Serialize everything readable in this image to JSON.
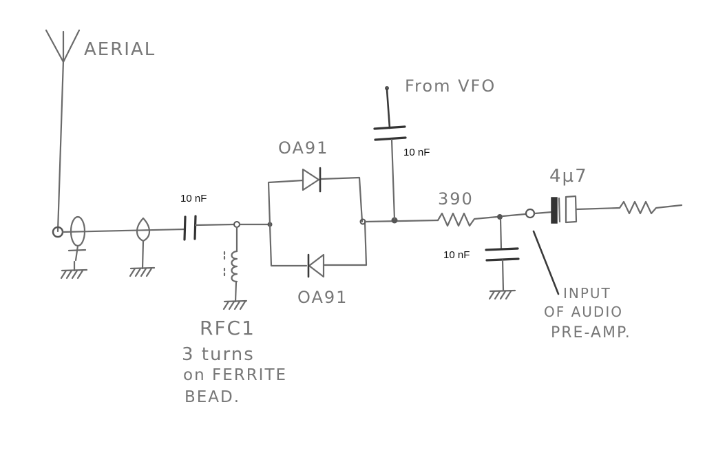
{
  "labels": {
    "aerial": "AERIAL",
    "from_vfo": "From VFO",
    "diode_top": "OA91",
    "diode_bottom": "OA91",
    "cap_input": "10 nF",
    "cap_vfo": "10 nF",
    "cap_shunt": "10 nF",
    "resistor": "390",
    "cap_output": "4µ7",
    "rfc_name": "RFC1",
    "rfc_desc_1": "3 turns",
    "rfc_desc_2": "on FERRITE",
    "rfc_desc_3": "BEAD.",
    "preamp_1": "INPUT",
    "preamp_2": "OF AUDIO",
    "preamp_3": "PRE-AMP."
  },
  "colors": {
    "ink": "#6a6a6a",
    "ink_dark": "#3a3a3a",
    "typed_text": "#111111",
    "paper": "#ffffff"
  }
}
